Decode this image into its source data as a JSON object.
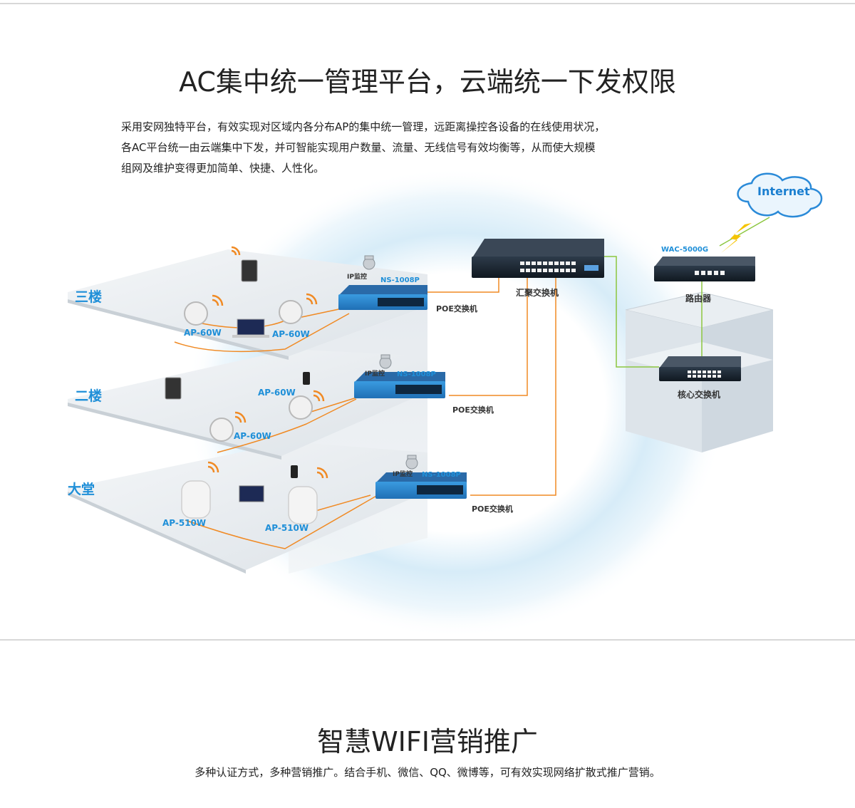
{
  "section1": {
    "title": "AC集中统一管理平台，云端统一下发权限",
    "desc_lines": [
      "采用安网独特平台，有效实现对区域内各分布AP的集中统一管理，远距离操控各设备的在线使用状况，",
      "各AC平台统一由云端集中下发，并可智能实现用户数量、流量、无线信号有效均衡等，从而使大规模",
      "组网及维护变得更加简单、快捷、人性化。"
    ]
  },
  "diagram": {
    "floors": [
      "三楼",
      "二楼",
      "大堂"
    ],
    "internet": "Internet",
    "router_model": "WAC-5000G",
    "router": "路由器",
    "core_switch": "核心交换机",
    "agg_switch": "汇聚交换机",
    "poe_switch": "POE交换机",
    "ns_model": "NS-1008P",
    "ip_cam": "IP监控",
    "ap60": "AP-60W",
    "ap510": "AP-510W"
  },
  "section2": {
    "title": "智慧WIFI营销推广",
    "desc": "多种认证方式，多种营销推广。结合手机、微信、QQ、微博等，可有效实现网络扩散式推广营销。"
  },
  "colors": {
    "accent": "#1f8fd8",
    "cable_orange": "#f08a24",
    "cable_green": "#8cc63f"
  }
}
